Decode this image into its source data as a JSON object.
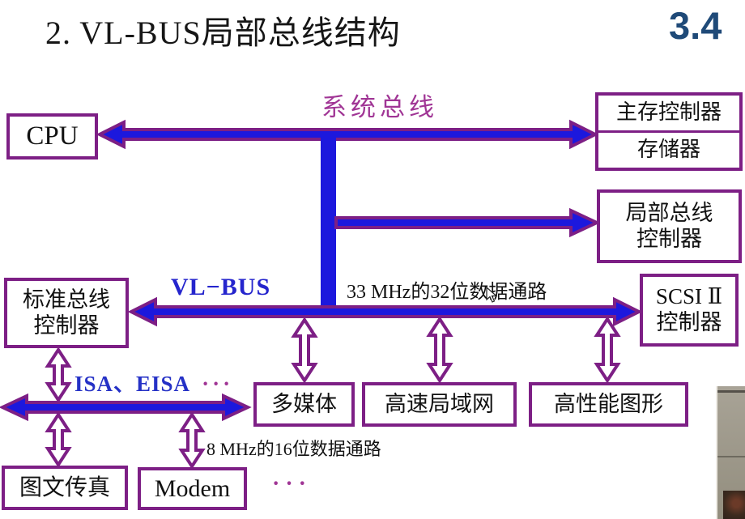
{
  "slide": {
    "title": "2. VL-BUS局部总线结构",
    "page_number": "3.4"
  },
  "diagram": {
    "bus_labels": {
      "system_bus": "系统总线",
      "vl_bus": "VL−BUS",
      "vl_bus_note": "33 MHz的32位数据通路",
      "isa_bus": "ISA、EISA",
      "isa_ellipsis": "···",
      "isa_note": "8 MHz的16位数据通路",
      "modem_ellipsis": "···"
    },
    "boxes": {
      "cpu": "CPU",
      "mem_ctrl": "主存控制器",
      "memory": "存储器",
      "local_bus_ctrl_line1": "局部总线",
      "local_bus_ctrl_line2": "控制器",
      "std_bus_ctrl_line1": "标准总线",
      "std_bus_ctrl_line2": "控制器",
      "scsi_line1": "SCSI Ⅱ",
      "scsi_line2": "控制器",
      "multimedia": "多媒体",
      "lan": "高速局域网",
      "graphics": "高性能图形",
      "fax": "图文传真",
      "modem": "Modem"
    },
    "colors": {
      "bus_blue": "#1c18dd",
      "outline_purple": "#7d1f85",
      "label_magenta": "#a03595",
      "label_blue": "#2531c6",
      "page_number_blue": "#1f4a78"
    }
  }
}
